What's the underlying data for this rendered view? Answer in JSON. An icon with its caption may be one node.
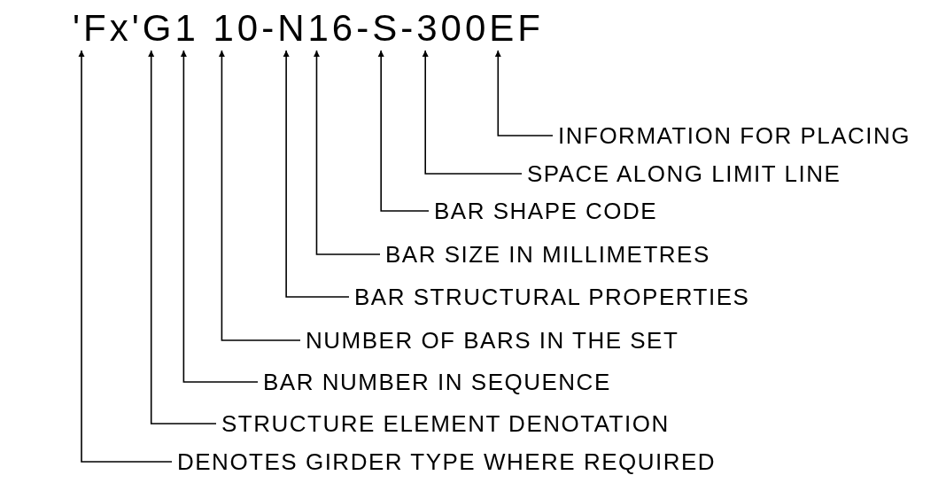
{
  "diagram": {
    "nodes": [
      {
        "text": [
          "'Fx'"
        ]
      },
      {
        "text": [
          "G"
        ]
      },
      {
        "text": [
          "1"
        ]
      },
      {
        "text": [
          "10"
        ]
      },
      {
        "text": [
          "N"
        ]
      },
      {
        "text": [
          "16"
        ]
      },
      {
        "text": [
          "S"
        ]
      },
      {
        "text": [
          "300"
        ]
      },
      {
        "text": [
          "EF"
        ]
      },
      {
        "text": [
          "INFORMATION FOR PLACING"
        ]
      },
      {
        "text": [
          "SPACE ALONG LIMIT LINE"
        ]
      },
      {
        "text": [
          "BAR SHAPE CODE"
        ]
      },
      {
        "text": [
          "BAR SIZE IN MILLIMETRES"
        ]
      },
      {
        "text": [
          "BAR STRUCTURAL PROPERTIES"
        ]
      },
      {
        "text": [
          "NUMBER OF BARS IN THE SET"
        ]
      },
      {
        "text": [
          "BAR NUMBER IN SEQUENCE"
        ]
      },
      {
        "text": [
          "STRUCTURE ELEMENT DENOTATION"
        ]
      },
      {
        "text": [
          "DENOTES GIRDER TYPE WHERE REQUIRED"
        ]
      }
    ],
    "edges": [
      {
        "from": 9,
        "to": 8,
        "arrow": "to"
      },
      {
        "from": 10,
        "to": 7,
        "arrow": "to"
      },
      {
        "from": 11,
        "to": 6,
        "arrow": "to"
      },
      {
        "from": 12,
        "to": 5,
        "arrow": "to"
      },
      {
        "from": 13,
        "to": 4,
        "arrow": "to"
      },
      {
        "from": 14,
        "to": 3,
        "arrow": "to"
      },
      {
        "from": 15,
        "to": 2,
        "arrow": "to"
      },
      {
        "from": 16,
        "to": 1,
        "arrow": "to"
      },
      {
        "from": 17,
        "to": 0,
        "arrow": "to"
      }
    ],
    "labels": [
      "-",
      "-",
      "-"
    ]
  }
}
